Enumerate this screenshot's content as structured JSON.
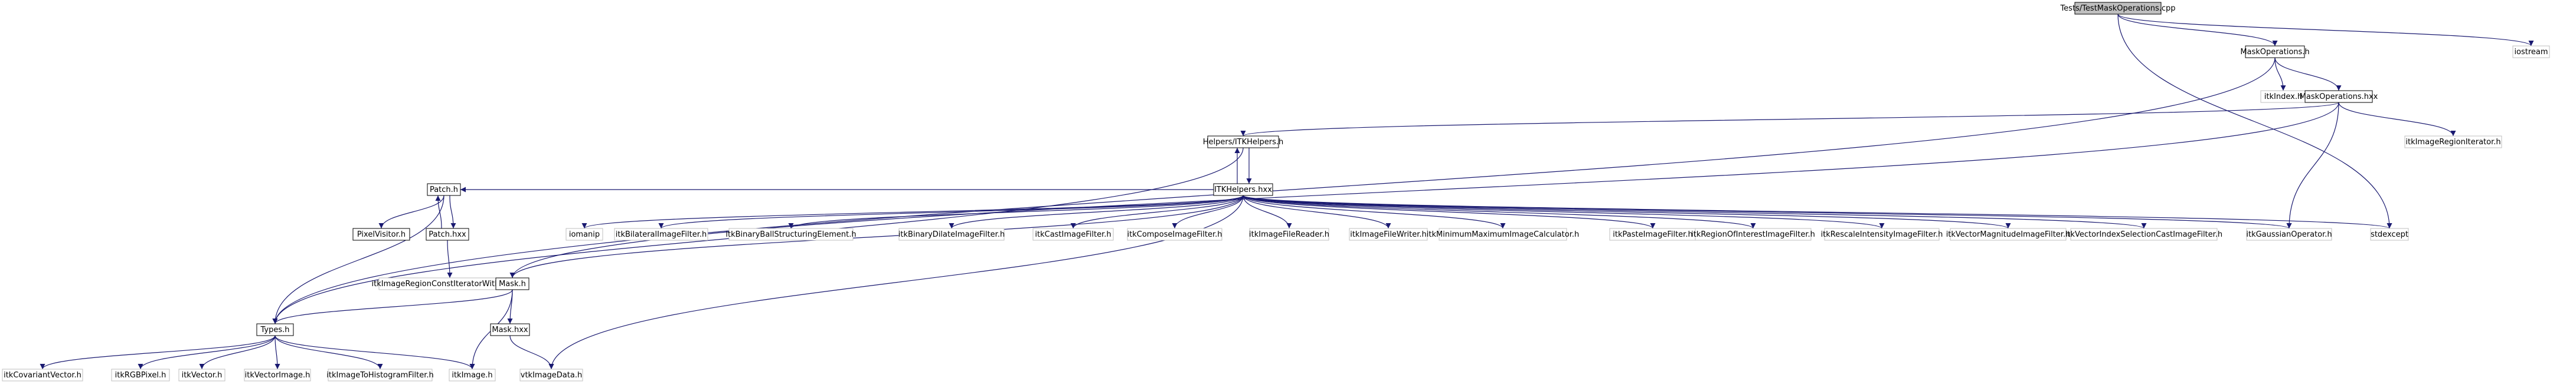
{
  "colors": {
    "root_fill": "#bfbfbf",
    "node_fill": "#ffffff",
    "bold_border": "#000000",
    "external_border": "#bfbfbf",
    "edge": "#191970",
    "background": "#ffffff"
  },
  "nodes": [
    {
      "id": "root",
      "label": "Tests/TestMaskOperations.cpp",
      "kind": "root"
    },
    {
      "id": "mask_operations_h",
      "label": "MaskOperations.h",
      "kind": "local"
    },
    {
      "id": "iostream",
      "label": "iostream",
      "kind": "external"
    },
    {
      "id": "itk_index_h",
      "label": "itkIndex.h",
      "kind": "external"
    },
    {
      "id": "mask_operations_hxx",
      "label": "MaskOperations.hxx",
      "kind": "local"
    },
    {
      "id": "helpers_itk_h",
      "label": "Helpers/ITKHelpers.h",
      "kind": "local"
    },
    {
      "id": "itk_image_region_iterator_h",
      "label": "itkImageRegionIterator.h",
      "kind": "external"
    },
    {
      "id": "patch_h",
      "label": "Patch.h",
      "kind": "local"
    },
    {
      "id": "itk_helpers_hxx",
      "label": "ITKHelpers.hxx",
      "kind": "local"
    },
    {
      "id": "pixel_visitor_h",
      "label": "PixelVisitor.h",
      "kind": "local"
    },
    {
      "id": "patch_hxx",
      "label": "Patch.hxx",
      "kind": "local"
    },
    {
      "id": "iomanip",
      "label": "iomanip",
      "kind": "external"
    },
    {
      "id": "itk_bilateral",
      "label": "itkBilateralImageFilter.h",
      "kind": "external"
    },
    {
      "id": "itk_binary_ball",
      "label": "itkBinaryBallStructuringElement.h",
      "kind": "external"
    },
    {
      "id": "itk_binary_dilate",
      "label": "itkBinaryDilateImageFilter.h",
      "kind": "external"
    },
    {
      "id": "itk_cast",
      "label": "itkCastImageFilter.h",
      "kind": "external"
    },
    {
      "id": "itk_compose",
      "label": "itkComposeImageFilter.h",
      "kind": "external"
    },
    {
      "id": "itk_reader",
      "label": "itkImageFileReader.h",
      "kind": "external"
    },
    {
      "id": "itk_writer",
      "label": "itkImageFileWriter.h",
      "kind": "external"
    },
    {
      "id": "itk_minmax",
      "label": "itkMinimumMaximumImageCalculator.h",
      "kind": "external"
    },
    {
      "id": "itk_paste",
      "label": "itkPasteImageFilter.h",
      "kind": "external"
    },
    {
      "id": "itk_roi",
      "label": "itkRegionOfInterestImageFilter.h",
      "kind": "external"
    },
    {
      "id": "itk_rescale",
      "label": "itkRescaleIntensityImageFilter.h",
      "kind": "external"
    },
    {
      "id": "itk_vec_mag",
      "label": "itkVectorMagnitudeImageFilter.h",
      "kind": "external"
    },
    {
      "id": "itk_vec_idx",
      "label": "itkVectorIndexSelectionCastImageFilter.h",
      "kind": "external"
    },
    {
      "id": "itk_gauss",
      "label": "itkGaussianOperator.h",
      "kind": "external"
    },
    {
      "id": "stdexcept",
      "label": "stdexcept",
      "kind": "external"
    },
    {
      "id": "itk_const_iter_idx",
      "label": "itkImageRegionConstIteratorWithIndex.h",
      "kind": "external"
    },
    {
      "id": "mask_h",
      "label": "Mask.h",
      "kind": "local"
    },
    {
      "id": "types_h",
      "label": "Types.h",
      "kind": "local"
    },
    {
      "id": "mask_hxx",
      "label": "Mask.hxx",
      "kind": "local"
    },
    {
      "id": "itk_cov_vec",
      "label": "itkCovariantVector.h",
      "kind": "external"
    },
    {
      "id": "itk_rgb",
      "label": "itkRGBPixel.h",
      "kind": "external"
    },
    {
      "id": "itk_vector",
      "label": "itkVector.h",
      "kind": "external"
    },
    {
      "id": "itk_vector_image",
      "label": "itkVectorImage.h",
      "kind": "external"
    },
    {
      "id": "itk_hist",
      "label": "itkImageToHistogramFilter.h",
      "kind": "external"
    },
    {
      "id": "itk_image",
      "label": "itkImage.h",
      "kind": "external"
    },
    {
      "id": "vtk_image_data",
      "label": "vtkImageData.h",
      "kind": "external"
    }
  ],
  "edges": [
    [
      "root",
      "mask_operations_h"
    ],
    [
      "root",
      "iostream"
    ],
    [
      "root",
      "stdexcept"
    ],
    [
      "mask_operations_h",
      "itk_index_h"
    ],
    [
      "mask_operations_h",
      "mask_operations_hxx"
    ],
    [
      "mask_operations_h",
      "types_h"
    ],
    [
      "mask_operations_hxx",
      "helpers_itk_h"
    ],
    [
      "mask_operations_hxx",
      "itk_image_region_iterator_h"
    ],
    [
      "mask_operations_hxx",
      "itk_gauss"
    ],
    [
      "mask_operations_hxx",
      "mask_h"
    ],
    [
      "helpers_itk_h",
      "itk_helpers_hxx"
    ],
    [
      "helpers_itk_h",
      "types_h"
    ],
    [
      "itk_helpers_hxx",
      "helpers_itk_h"
    ],
    [
      "itk_helpers_hxx",
      "patch_h"
    ],
    [
      "itk_helpers_hxx",
      "mask_h"
    ],
    [
      "itk_helpers_hxx",
      "vtk_image_data"
    ],
    [
      "itk_helpers_hxx",
      "iomanip"
    ],
    [
      "itk_helpers_hxx",
      "itk_bilateral"
    ],
    [
      "itk_helpers_hxx",
      "itk_binary_ball"
    ],
    [
      "itk_helpers_hxx",
      "itk_binary_dilate"
    ],
    [
      "itk_helpers_hxx",
      "itk_cast"
    ],
    [
      "itk_helpers_hxx",
      "itk_compose"
    ],
    [
      "itk_helpers_hxx",
      "itk_reader"
    ],
    [
      "itk_helpers_hxx",
      "itk_writer"
    ],
    [
      "itk_helpers_hxx",
      "itk_minmax"
    ],
    [
      "itk_helpers_hxx",
      "itk_paste"
    ],
    [
      "itk_helpers_hxx",
      "itk_roi"
    ],
    [
      "itk_helpers_hxx",
      "itk_rescale"
    ],
    [
      "itk_helpers_hxx",
      "itk_vec_mag"
    ],
    [
      "itk_helpers_hxx",
      "itk_vec_idx"
    ],
    [
      "itk_helpers_hxx",
      "itk_gauss"
    ],
    [
      "itk_helpers_hxx",
      "stdexcept"
    ],
    [
      "patch_h",
      "pixel_visitor_h"
    ],
    [
      "patch_h",
      "patch_hxx"
    ],
    [
      "patch_h",
      "types_h"
    ],
    [
      "patch_hxx",
      "patch_h"
    ],
    [
      "patch_hxx",
      "itk_const_iter_idx"
    ],
    [
      "mask_h",
      "types_h"
    ],
    [
      "mask_h",
      "mask_hxx"
    ],
    [
      "mask_h",
      "itk_image"
    ],
    [
      "mask_hxx",
      "vtk_image_data"
    ],
    [
      "types_h",
      "itk_cov_vec"
    ],
    [
      "types_h",
      "itk_rgb"
    ],
    [
      "types_h",
      "itk_vector"
    ],
    [
      "types_h",
      "itk_vector_image"
    ],
    [
      "types_h",
      "itk_hist"
    ],
    [
      "types_h",
      "itk_image"
    ]
  ]
}
